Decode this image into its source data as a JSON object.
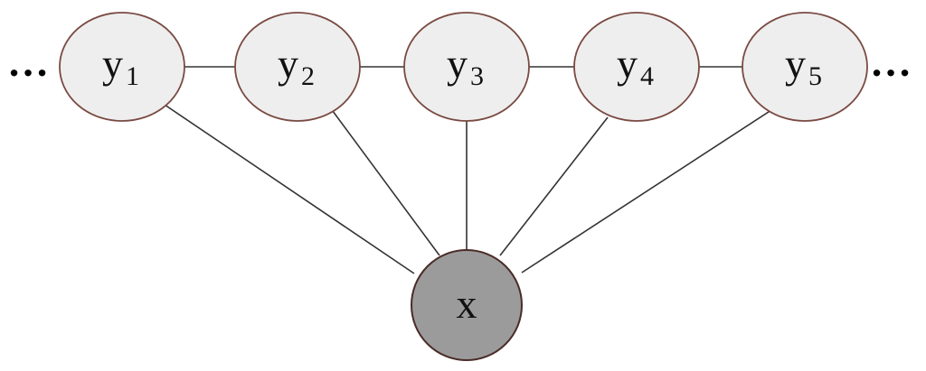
{
  "diagram": {
    "left_ellipsis": "…",
    "right_ellipsis": "…",
    "chain_nodes": [
      {
        "letter": "y",
        "sub": "1"
      },
      {
        "letter": "y",
        "sub": "2"
      },
      {
        "letter": "y",
        "sub": "3"
      },
      {
        "letter": "y",
        "sub": "4"
      },
      {
        "letter": "y",
        "sub": "5"
      }
    ],
    "observed_node": {
      "label": "x"
    },
    "colors": {
      "hidden_fill": "#eeeeee",
      "hidden_stroke": "#7a4a42",
      "observed_fill": "#9b9b9b",
      "observed_stroke": "#4a2c28",
      "edge": "#333333"
    }
  }
}
